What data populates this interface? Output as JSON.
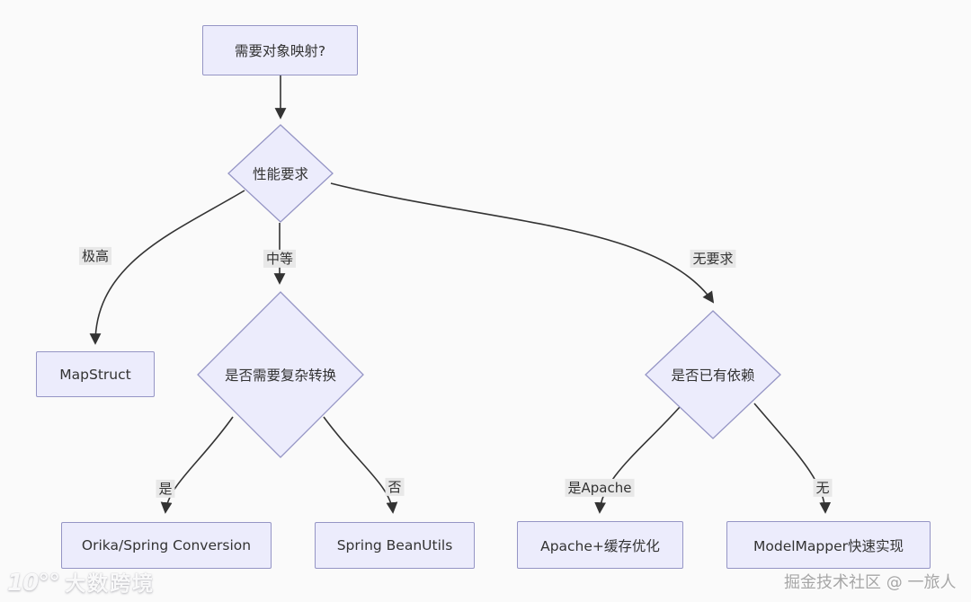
{
  "diagram": {
    "type": "flowchart-decision-tree",
    "topic": "Java object mapping library selection"
  },
  "colors": {
    "background": "#fafafa",
    "node_fill": "#ececfc",
    "node_border": "#9595c5",
    "edge_stroke": "#333333",
    "edge_label_bg": "#e8e8e8",
    "text": "#333333"
  },
  "nodes": {
    "start": {
      "label": "需要对象映射?",
      "shape": "rect"
    },
    "perf": {
      "label": "性能要求",
      "shape": "diamond"
    },
    "complex": {
      "label": "是否需要复杂转换",
      "shape": "diamond"
    },
    "deps": {
      "label": "是否已有依赖",
      "shape": "diamond"
    },
    "mapstruct": {
      "label": "MapStruct",
      "shape": "rect"
    },
    "orika": {
      "label": "Orika/Spring Conversion",
      "shape": "rect"
    },
    "beanutils": {
      "label": "Spring BeanUtils",
      "shape": "rect"
    },
    "apache": {
      "label": "Apache+缓存优化",
      "shape": "rect"
    },
    "modelmapper": {
      "label": "ModelMapper快速实现",
      "shape": "rect"
    }
  },
  "edge_labels": {
    "extreme_high": "极高",
    "medium": "中等",
    "no_requirement": "无要求",
    "yes": "是",
    "no": "否",
    "yes_apache": "是Apache",
    "none": "无"
  },
  "watermarks": {
    "left_logo": "10°°",
    "left_text": "大数跨境",
    "right_text": "掘金技术社区 @ 一旅人"
  }
}
